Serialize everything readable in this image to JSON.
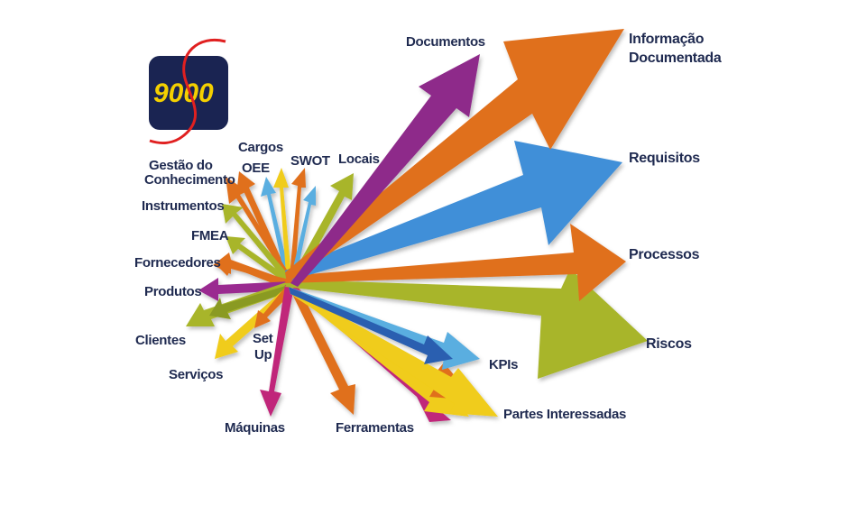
{
  "logo": {
    "text": "9000"
  },
  "labels": {
    "documentos": "Documentos",
    "informacao_1": "Informação",
    "informacao_2": "Documentada",
    "requisitos": "Requisitos",
    "processos": "Processos",
    "riscos": "Riscos",
    "kpis": "KPIs",
    "partes": "Partes Interessadas",
    "ferramentas": "Ferramentas",
    "maquinas": "Máquinas",
    "setup_1": "Set",
    "setup_2": "Up",
    "servicos": "Serviços",
    "clientes": "Clientes",
    "produtos": "Produtos",
    "fornecedores": "Fornecedores",
    "fmea": "FMEA",
    "instrumentos": "Instrumentos",
    "gestao_1": "Gestão do",
    "gestao_2": "Conhecimento",
    "cargos": "Cargos",
    "oee": "OEE",
    "swot": "SWOT",
    "locais": "Locais"
  },
  "colors": {
    "orange": "#e0701f",
    "blue": "#3f8fd8",
    "purple": "#8e2a8a",
    "olive": "#a8b52a",
    "yellow": "#f0cc1a",
    "lightblue": "#5aaee0",
    "magenta": "#c0287a",
    "text": "#1f2a50",
    "logo_bg": "#1a2452",
    "logo_curve": "#e02020"
  }
}
